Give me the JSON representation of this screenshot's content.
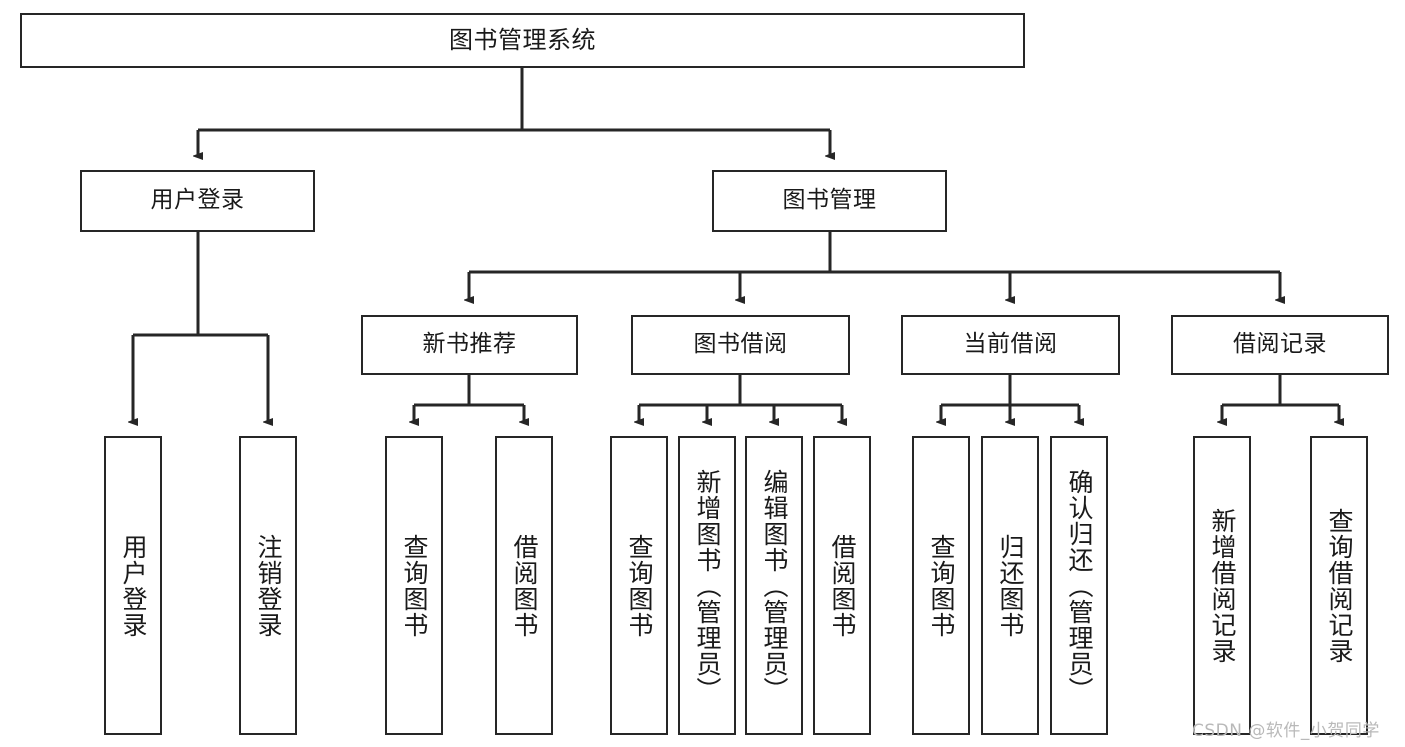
{
  "diagram": {
    "title_node": {
      "label": "图书管理系统"
    },
    "level2": [
      {
        "id": "user-login",
        "label": "用户登录"
      },
      {
        "id": "book-management",
        "label": "图书管理"
      }
    ],
    "level3": [
      {
        "id": "new-book-recommend",
        "label": "新书推荐"
      },
      {
        "id": "book-borrow",
        "label": "图书借阅"
      },
      {
        "id": "current-borrow",
        "label": "当前借阅"
      },
      {
        "id": "borrow-record",
        "label": "借阅记录"
      }
    ],
    "leaves": {
      "user_login": [
        {
          "id": "leaf-user-login",
          "label": "用户登录"
        },
        {
          "id": "leaf-logout-login",
          "label": "注销登录"
        }
      ],
      "new_book_recommend": [
        {
          "id": "leaf-query-book-1",
          "label": "查询图书"
        },
        {
          "id": "leaf-borrow-book-1",
          "label": "借阅图书"
        }
      ],
      "book_borrow": [
        {
          "id": "leaf-query-book-2",
          "label": "查询图书"
        },
        {
          "id": "leaf-add-book",
          "label": "新增图书（管理员）"
        },
        {
          "id": "leaf-edit-book",
          "label": "编辑图书（管理员）"
        },
        {
          "id": "leaf-borrow-book-2",
          "label": "借阅图书"
        }
      ],
      "current_borrow": [
        {
          "id": "leaf-query-book-3",
          "label": "查询图书"
        },
        {
          "id": "leaf-return-book",
          "label": "归还图书"
        },
        {
          "id": "leaf-confirm-return",
          "label": "确认归还（管理员）"
        }
      ],
      "borrow_record": [
        {
          "id": "leaf-add-record",
          "label": "新增借阅记录"
        },
        {
          "id": "leaf-query-record",
          "label": "查询借阅记录"
        }
      ]
    }
  },
  "watermark": {
    "text": "CSDN @软件_小贺同学"
  },
  "colors": {
    "stroke": "#262626",
    "background": "#ffffff",
    "text": "#1a1a1a",
    "watermark": "#b9b9b9"
  }
}
